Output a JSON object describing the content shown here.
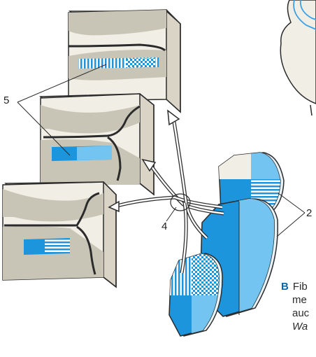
{
  "labels": {
    "five": "5",
    "four": "4",
    "two": "2"
  },
  "caption": {
    "letter": "B",
    "line1": "Fib",
    "line2": "me",
    "line3": "auc",
    "line4": "Wa"
  },
  "colors": {
    "block_face": "#f1eee5",
    "block_side": "#d9d4c6",
    "block_edge": "#2b2b2b",
    "bone_band": "#c9c5b6",
    "blue_dark": "#1c95dd",
    "blue_light": "#73c4f0",
    "outline_blue": "#3aa1e8"
  }
}
